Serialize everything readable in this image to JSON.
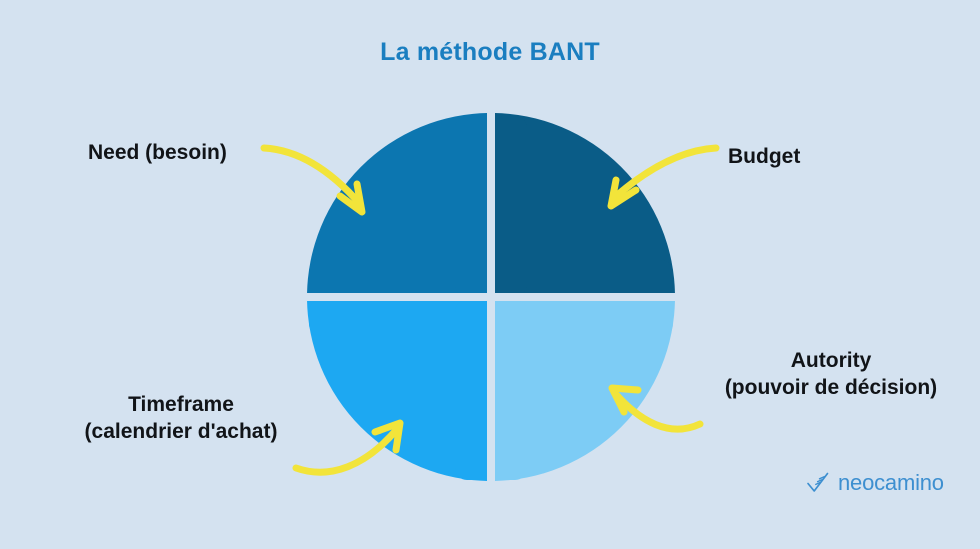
{
  "page": {
    "title": "La méthode BANT",
    "background_color": "#d4e2f0",
    "title_color": "#1a7ec0",
    "label_color": "#111418",
    "arrow_color": "#f2e43a"
  },
  "chart_data": {
    "type": "pie",
    "title": "La méthode BANT",
    "categories": [
      "Need (besoin)",
      "Budget",
      "Autority (pouvoir de décision)",
      "Timeframe (calendrier d'achat)"
    ],
    "values": [
      25,
      25,
      25,
      25
    ],
    "colors": [
      "#0c76b0",
      "#0a5c87",
      "#1da8f2",
      "#7dccf5"
    ],
    "legend_position": "around-chart",
    "grid": false,
    "notes": "Four equal quadrants of a circle, each annotated by a yellow curved arrow pointing to its segment."
  },
  "quadrants": [
    {
      "id": "need",
      "position": "top-left",
      "color": "#0c76b0",
      "label_line1": "Need (besoin)",
      "label_line2": ""
    },
    {
      "id": "budget",
      "position": "top-right",
      "color": "#0a5c87",
      "label_line1": "Budget",
      "label_line2": ""
    },
    {
      "id": "authority",
      "position": "bottom-right",
      "color": "#7dccf5",
      "label_line1": "Autority",
      "label_line2": "(pouvoir de décision)"
    },
    {
      "id": "timeframe",
      "position": "bottom-left",
      "color": "#1da8f2",
      "label_line1": "Timeframe",
      "label_line2": "(calendrier d'achat)"
    }
  ],
  "logo": {
    "text": "neocamino",
    "color": "#3d8fd0",
    "mark": "check-feather-icon"
  }
}
